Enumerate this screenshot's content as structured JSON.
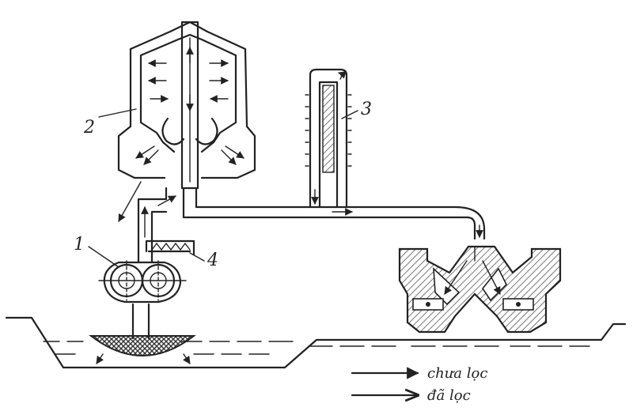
{
  "labels": {
    "pump": "1",
    "filter": "2",
    "gauge": "3",
    "valve": "4"
  },
  "legend": {
    "unfiltered": "chưa lọc",
    "filtered": "đã lọc"
  },
  "colors": {
    "ink": "#222222",
    "paper": "#ffffff",
    "hatch": "#555555"
  }
}
